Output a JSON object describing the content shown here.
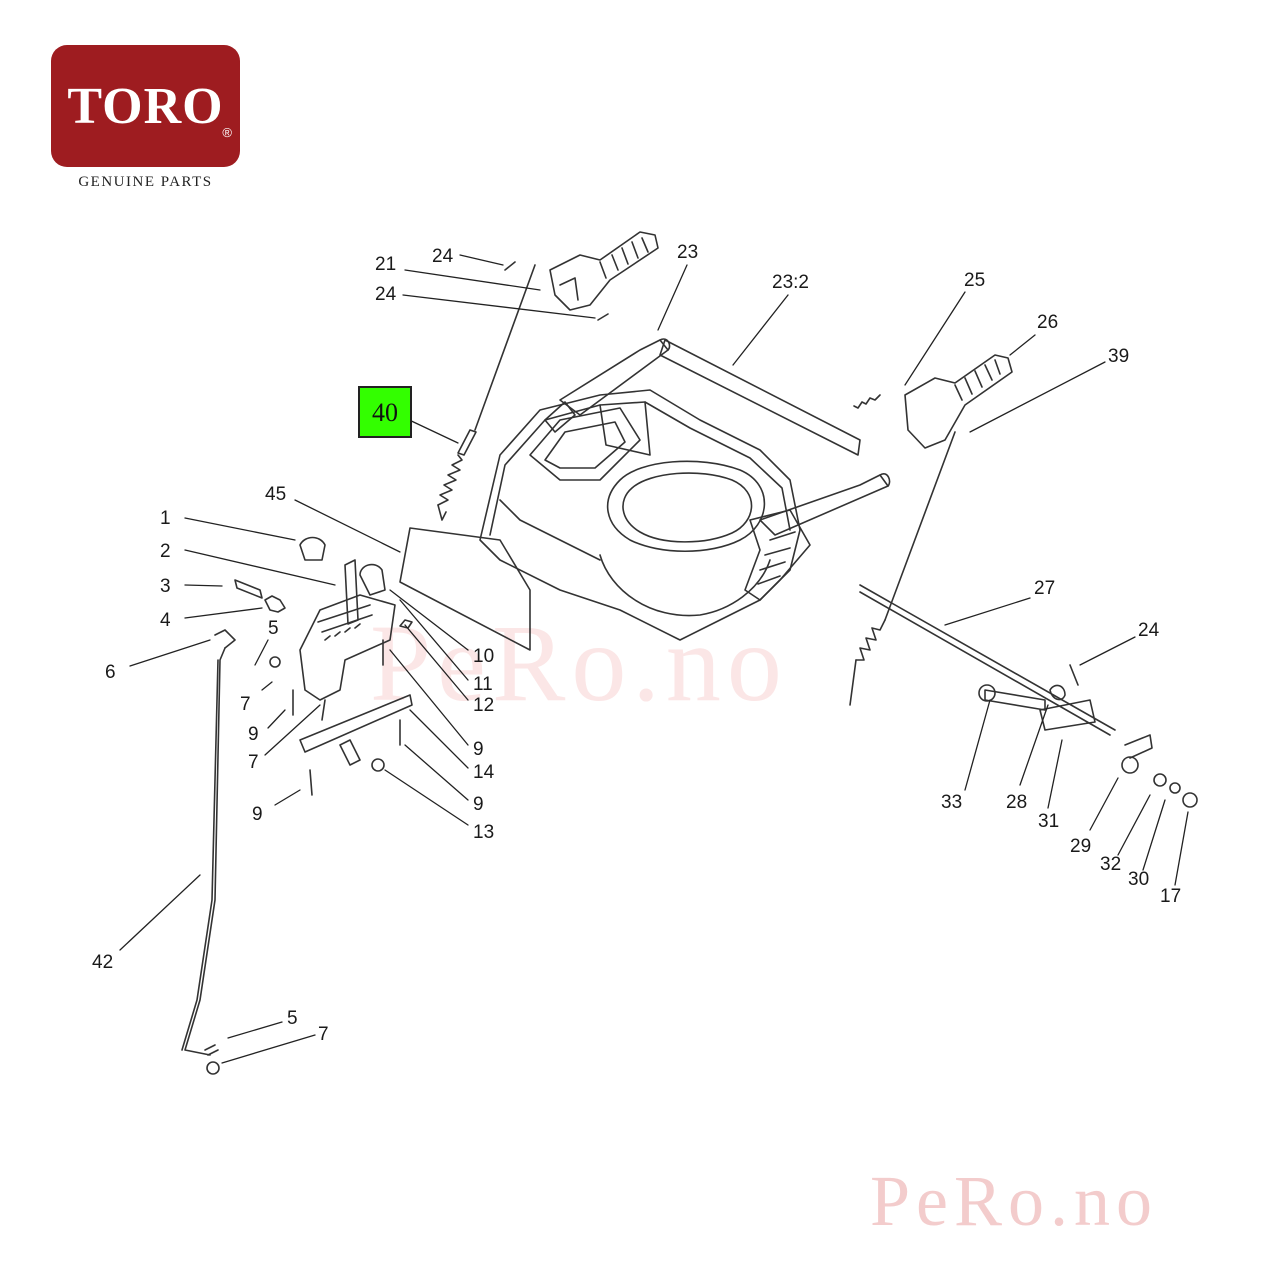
{
  "logo": {
    "brand": "TORO",
    "registered": "®",
    "tagline": "GENUINE PARTS",
    "brand_color": "#9e1c20"
  },
  "watermark": {
    "text": "PeRo.no"
  },
  "highlight": {
    "label": "40",
    "color": "#33ff00"
  },
  "callouts": {
    "c1": "1",
    "c2": "2",
    "c3": "3",
    "c4": "4",
    "c5a": "5",
    "c5b": "5",
    "c6": "6",
    "c7a": "7",
    "c7b": "7",
    "c7c": "7",
    "c9a": "9",
    "c9b": "9",
    "c9c": "9",
    "c9d": "9",
    "c10": "10",
    "c11": "11",
    "c12": "12",
    "c13": "13",
    "c14": "14",
    "c17": "17",
    "c21": "21",
    "c23": "23",
    "c23_2": "23:2",
    "c24a": "24",
    "c24b": "24",
    "c24c": "24",
    "c25": "25",
    "c26": "26",
    "c27": "27",
    "c28": "28",
    "c29": "29",
    "c30": "30",
    "c31": "31",
    "c32": "32",
    "c33": "33",
    "c39": "39",
    "c42": "42",
    "c45": "45"
  }
}
